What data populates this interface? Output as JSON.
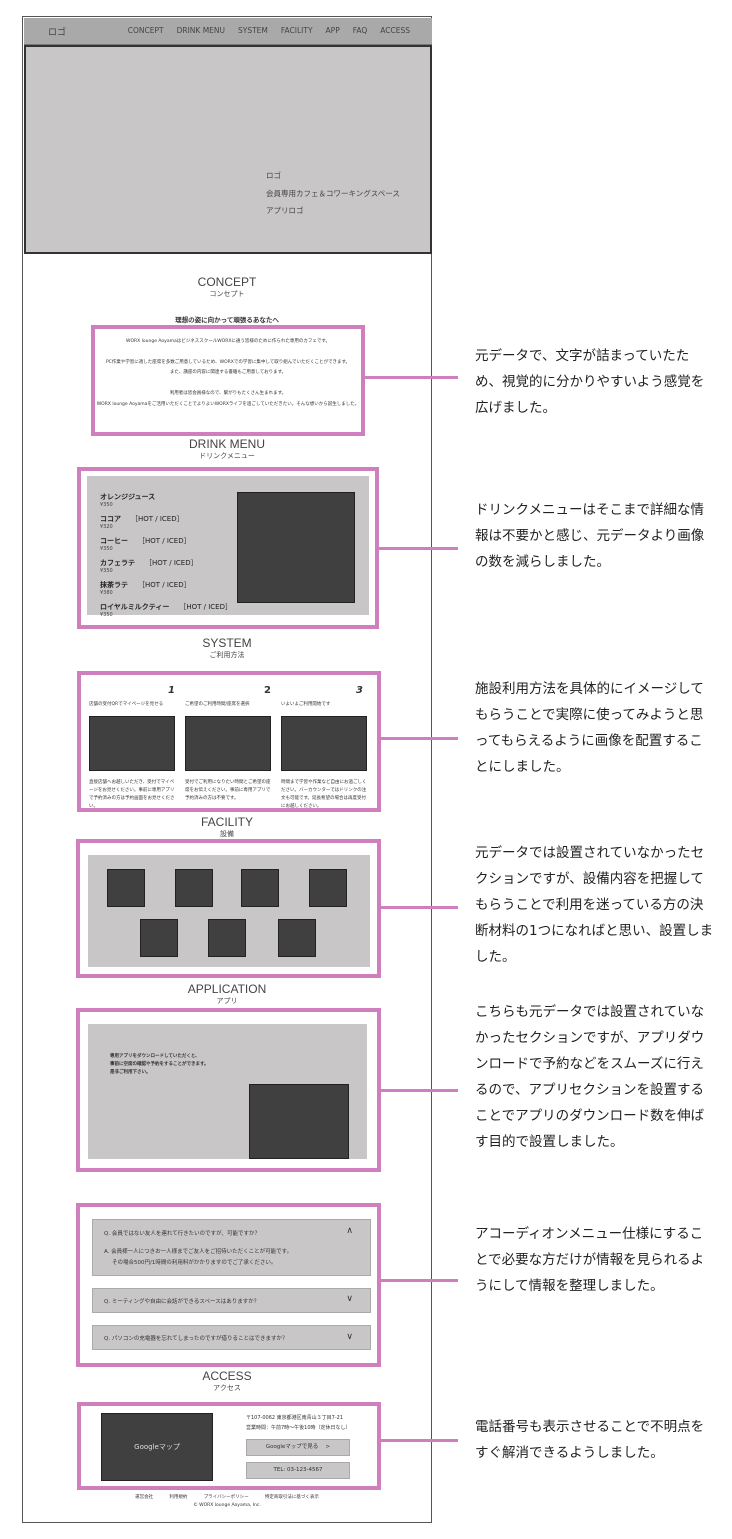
{
  "header": {
    "logo": "ロゴ",
    "nav": [
      "CONCEPT",
      "DRINK MENU",
      "SYSTEM",
      "FACILITY",
      "APP",
      "FAQ",
      "ACCESS"
    ]
  },
  "hero": {
    "logo": "ロゴ",
    "tagline": "会員専用カフェ＆コワーキングスペース",
    "app_logo": "アプリロゴ"
  },
  "concept": {
    "title": "CONCEPT",
    "subtitle": "コンセプト",
    "heading": "理想の姿に向かって頑張るあなたへ",
    "paragraphs": [
      "WORX lounge AoyamaはビジネススクールWORXに通う皆様のために作られた専用のカフェです。",
      "PC作業や学習に適した座席を多数ご用意しているため、WORXでの学習に集中して取り組んでいただくことができます。",
      "また、講座の内容に関連する書籍もご用意しております。",
      "利用者は皆会員様なので、繋がりもたくさん生まれます。",
      "WORX lounge Aoyamaをご活用いただくことでよりよいWORXライフを過ごしていただきたい。そんな想いから誕生しました。"
    ]
  },
  "drink": {
    "title": "DRINK MENU",
    "subtitle": "ドリンクメニュー",
    "items": [
      {
        "name": "オレンジジュース",
        "option": "",
        "price": "¥350"
      },
      {
        "name": "ココア",
        "option": "［HOT / ICED］",
        "price": "¥320"
      },
      {
        "name": "コーヒー",
        "option": "［HOT / ICED］",
        "price": "¥350"
      },
      {
        "name": "カフェラテ",
        "option": "［HOT / ICED］",
        "price": "¥350"
      },
      {
        "name": "抹茶ラテ",
        "option": "［HOT / ICED］",
        "price": "¥380"
      },
      {
        "name": "ロイヤルミルクティー",
        "option": "［HOT / ICED］",
        "price": "¥350"
      }
    ]
  },
  "system": {
    "title": "SYSTEM",
    "subtitle": "ご利用方法",
    "steps": [
      {
        "label": "店舗の受付QRでマイページを見せる",
        "num": "1",
        "desc": "直接店舗へお越しいただき、受付でマイページをお見せください。事前に専用アプリで予約済みの方は予約画面をお見せください。"
      },
      {
        "label": "ご希望のご利用時間/座席を選択",
        "num": "2",
        "desc": "受付でご利用になりたい時間とご希望の座席をお伝えください。事前に専用アプリで予約済みの方は不要です。"
      },
      {
        "label": "いよいよご利用開始です",
        "num": "3",
        "desc": "時間まで学習や作業など自由にお過ごしください。バーカウンターではドリンクの注文も可能です。延長希望の場合は再度受付にお越しください。"
      }
    ]
  },
  "facility": {
    "title": "FACILITY",
    "subtitle": "設備"
  },
  "app": {
    "title": "APPLICATION",
    "subtitle": "アプリ",
    "lines": [
      "専用アプリをダウンロードしていただくと、",
      "事前に空席の確認や予約をすることができます。",
      "是非ご利用下さい。"
    ]
  },
  "faq": {
    "items": [
      {
        "q": "Q. 会員ではない友人を連れて行きたいのですが、可能ですか？",
        "a1": "A. 会員様一人につきお一人様までご友人をご招待いただくことが可能です。",
        "a2": "その場合500円/1時間の利用料がかかりますのでご了承ください。",
        "chev": "∧"
      },
      {
        "q": "Q. ミーティングや自由に会話ができるスペースはありますか？",
        "chev": "∨"
      },
      {
        "q": "Q. パソコンの充電器を忘れてしまったのですが借りることはできますか？",
        "chev": "∨"
      }
    ]
  },
  "access": {
    "title": "ACCESS",
    "subtitle": "アクセス",
    "map": "Googleマップ",
    "address": "〒107-0062 東京都港区南青山３丁目7-21",
    "hours": "営業時間：午前7時〜午後10時（定休日なし）",
    "map_button": "Googleマップで見る　 >",
    "tel": "TEL: 03-123-4567"
  },
  "footer": {
    "links": [
      "運営会社",
      "利用規約",
      "プライバシーポリシー",
      "特定商取引法に基づく表示"
    ],
    "copyright": "© WORX lounge Aoyama, Inc."
  },
  "notes": [
    "元データで、文字が詰まっていたため、視覚的に分かりやすいよう感覚を広げました。",
    "ドリンクメニューはそこまで詳細な情報は不要かと感じ、元データより画像の数を減らしました。",
    "施設利用方法を具体的にイメージしてもらうことで実際に使ってみようと思ってもらえるように画像を配置することにしました。",
    "元データでは設置されていなかったセクションですが、設備内容を把握してもらうことで利用を迷っている方の決断材料の1つになればと思い、設置しました。",
    "こちらも元データでは設置されていなかったセクションですが、アプリダウンロードで予約などをスムーズに行えるので、アプリセクションを設置することでアプリのダウンロード数を伸ばす目的で設置しました。",
    "アコーディオンメニュー仕様にすることで必要な方だけが情報を見られるようにして情報を整理しました。",
    "電話番号も表示させることで不明点をすぐ解消できるようしました。"
  ],
  "colors": {
    "annotation": "#d07fbe",
    "placeholder": "#404040",
    "panel": "#c8c6c7",
    "header": "#a9a9a9"
  }
}
